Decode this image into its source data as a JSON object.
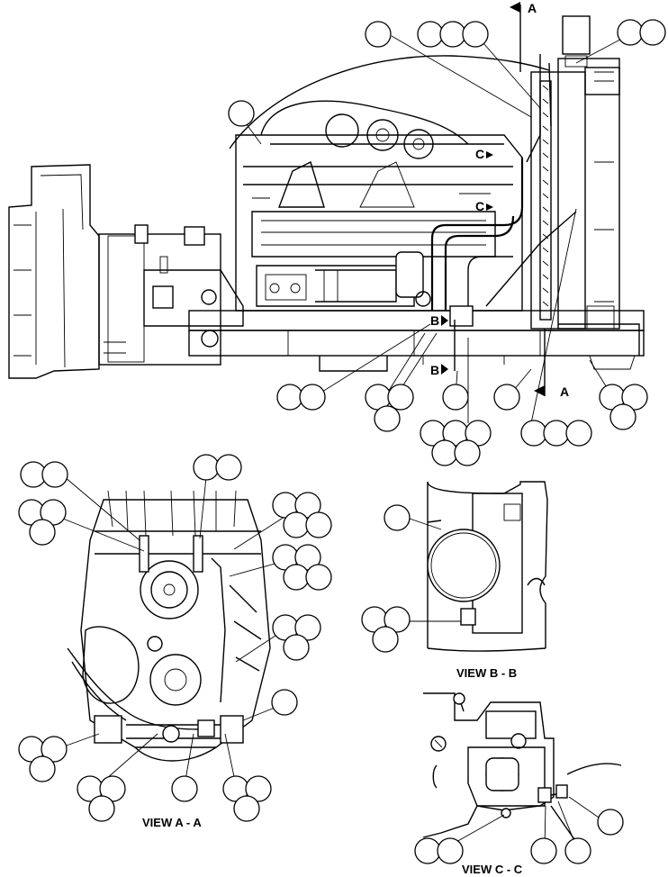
{
  "views": {
    "main": {
      "section_marks": [
        "A",
        "A",
        "B",
        "B",
        "C",
        "C"
      ]
    },
    "aa": {
      "title": "VIEW A - A"
    },
    "bb": {
      "title": "VIEW B - B"
    },
    "cc": {
      "title": "VIEW C - C"
    }
  }
}
